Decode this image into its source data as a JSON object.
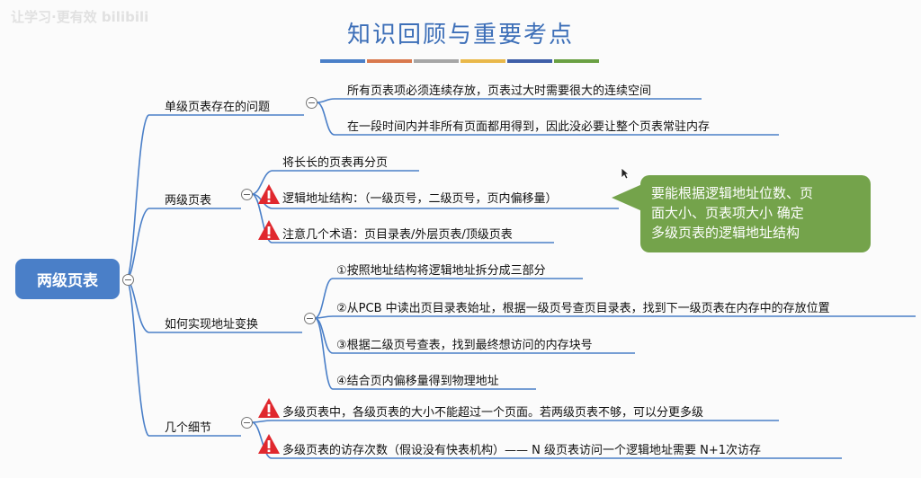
{
  "watermark": "让学习·更有效 bilibili",
  "title": "知识回顾与重要考点",
  "colors": {
    "title": "#3d6fb8",
    "root_bg": "#4a7fc8",
    "callout_bg": "#74a34b",
    "bars": [
      "#4a7fc8",
      "#d9794e",
      "#a6a6a6",
      "#e9b84a",
      "#3f5fa8",
      "#6aa043"
    ]
  },
  "root": {
    "label": "两级页表"
  },
  "branches": {
    "single_level": {
      "label": "单级页表存在的问题",
      "items": [
        "所有页表项必须连续存放，页表过大时需要很大的连续空间",
        "在一段时间内并非所有页面都用得到，因此没必要让整个页表常驻内存"
      ]
    },
    "two_level": {
      "label": "两级页表",
      "items": [
        "将长长的页表再分页",
        "逻辑地址结构：（一级页号，二级页号，页内偏移量）",
        "注意几个术语：页目录表/外层页表/顶级页表"
      ]
    },
    "translation": {
      "label": "如何实现地址变换",
      "items": [
        "①按照地址结构将逻辑地址拆分成三部分",
        "②从PCB 中读出页目录表始址，根据一级页号查页目录表，找到下一级页表在内存中的存放位置",
        "③根据二级页号查表，找到最终想访问的内存块号",
        "④结合页内偏移量得到物理地址"
      ]
    },
    "details": {
      "label": "几个细节",
      "items": [
        "多级页表中，各级页表的大小不能超过一个页面。若两级页表不够，可以分更多级",
        "多级页表的访存次数（假设没有快表机构）—— N 级页表访问一个逻辑地址需要 N+1次访存"
      ]
    }
  },
  "callout": {
    "lines": [
      "要能根据逻辑地址位数、页",
      "面大小、页表项大小 确定",
      "多级页表的逻辑地址结构"
    ]
  },
  "collapse_symbol": "−"
}
